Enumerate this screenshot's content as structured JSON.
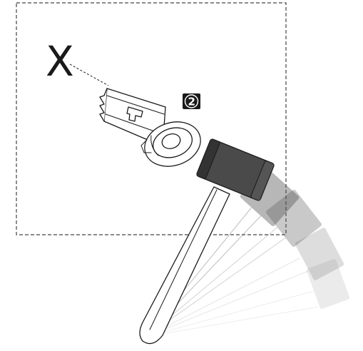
{
  "diagram": {
    "position_marker": "X",
    "step_badge": "2",
    "hammer_swing_frames": 4,
    "colors": {
      "line": "#1a1a1a",
      "hammer_head": "#4a4a4a",
      "frame_border": "#444444"
    }
  }
}
